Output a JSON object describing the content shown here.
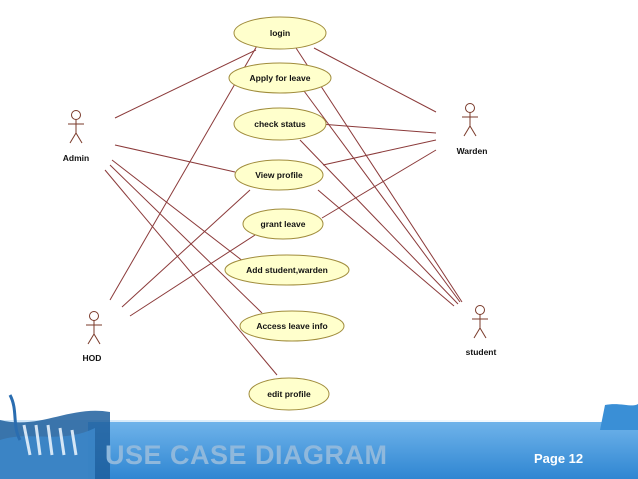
{
  "slide": {
    "title": "USE CASE DIAGRAM",
    "page_label": "Page 12",
    "colors": {
      "footer_band": "#3a8fd6",
      "title_text": "#8fb8dc",
      "connector": "#8b3a3a",
      "usecase_fill": "#ffffcc",
      "usecase_stroke": "#a08c3c"
    }
  },
  "diagram": {
    "actors": [
      {
        "id": "admin",
        "label": "Admin"
      },
      {
        "id": "warden",
        "label": "Warden"
      },
      {
        "id": "hod",
        "label": "HOD"
      },
      {
        "id": "student",
        "label": "student"
      }
    ],
    "use_cases": [
      {
        "id": "login",
        "label": "login"
      },
      {
        "id": "apply",
        "label": "Apply for leave"
      },
      {
        "id": "status",
        "label": "check status"
      },
      {
        "id": "profile",
        "label": "View profile"
      },
      {
        "id": "grant",
        "label": "grant leave"
      },
      {
        "id": "add",
        "label": "Add student,warden"
      },
      {
        "id": "access",
        "label": "Access leave info"
      },
      {
        "id": "edit",
        "label": "edit profile"
      }
    ]
  }
}
